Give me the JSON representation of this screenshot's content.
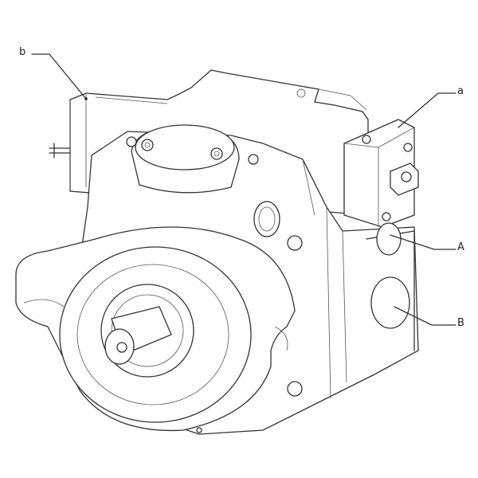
{
  "diagram": {
    "labels": {
      "b": "b",
      "a": "a",
      "A": "A",
      "B": "B"
    },
    "line_color": "#333333",
    "background": "#ffffff"
  }
}
